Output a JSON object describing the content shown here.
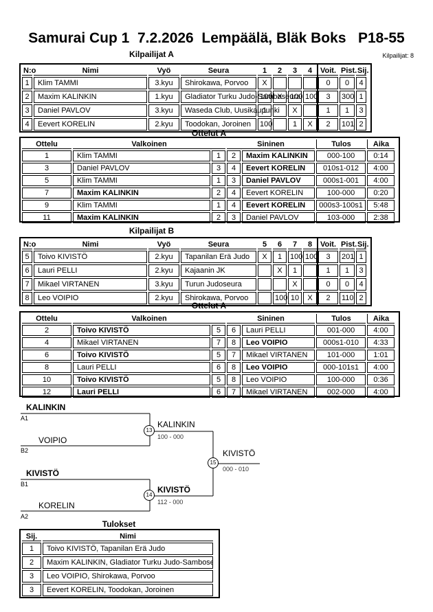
{
  "title": "Samurai Cup 1  7.2.2026  Lempäälä, Bläk Boks   P18-55",
  "participants_count_label": "Kilpailijat: 8",
  "pool_a": {
    "heading": "Kilpailijat A",
    "headers": {
      "no": "N:o",
      "name": "Nimi",
      "belt": "Vyö",
      "club": "Seura",
      "s1": "1",
      "s2": "2",
      "s3": "3",
      "s4": "4",
      "wins": "Voit.",
      "points": "Pist.",
      "place": "Sij."
    },
    "rows": [
      {
        "no": "1",
        "name": "Klim TAMMI",
        "belt": "3.kyu",
        "club": "Shirokawa, Porvoo",
        "s1": "X",
        "s2": "",
        "s3": "",
        "s4": "",
        "wins": "0",
        "points": "0",
        "place": "4"
      },
      {
        "no": "2",
        "name": "Maxim KALINKIN",
        "belt": "1.kyu",
        "club": "Gladiator Turku Judo-Samboseura",
        "s1": "100",
        "s2": "X",
        "s3": "100",
        "s4": "100",
        "wins": "3",
        "points": "300",
        "place": "1"
      },
      {
        "no": "3",
        "name": "Daniel PAVLOV",
        "belt": "3.kyu",
        "club": "Waseda Club, Uusikaupunki",
        "s1": "1",
        "s2": "",
        "s3": "X",
        "s4": "",
        "wins": "1",
        "points": "1",
        "place": "3"
      },
      {
        "no": "4",
        "name": "Eevert KORELIN",
        "belt": "2.kyu",
        "club": "Toodokan, Joroinen",
        "s1": "100",
        "s2": "",
        "s3": "1",
        "s4": "X",
        "wins": "2",
        "points": "101",
        "place": "2"
      }
    ]
  },
  "matches_a": {
    "heading": "Ottelut A",
    "headers": {
      "match": "Ottelu",
      "white": "Valkoinen",
      "blue": "Sininen",
      "result": "Tulos",
      "time": "Aika"
    },
    "rows": [
      {
        "match": "1",
        "white": "Klim TAMMI",
        "wno": "1",
        "bno": "2",
        "blue": "Maxim KALINKIN",
        "result": "000-100",
        "time": "0:14"
      },
      {
        "match": "3",
        "white": "Daniel PAVLOV",
        "wno": "3",
        "bno": "4",
        "blue": "Eevert KORELIN",
        "result": "010s1-012",
        "time": "4:00"
      },
      {
        "match": "5",
        "white": "Klim TAMMI",
        "wno": "1",
        "bno": "3",
        "blue": "Daniel PAVLOV",
        "result": "000s1-001",
        "time": "4:00"
      },
      {
        "match": "7",
        "white": "Maxim KALINKIN",
        "wno": "2",
        "bno": "4",
        "blue": "Eevert KORELIN",
        "result": "100-000",
        "time": "0:20"
      },
      {
        "match": "9",
        "white": "Klim TAMMI",
        "wno": "1",
        "bno": "4",
        "blue": "Eevert KORELIN",
        "result": "000s3-100s1",
        "time": "5:48"
      },
      {
        "match": "11",
        "white": "Maxim KALINKIN",
        "wno": "2",
        "bno": "3",
        "blue": "Daniel PAVLOV",
        "result": "103-000",
        "time": "2:38"
      }
    ]
  },
  "pool_b": {
    "heading": "Kilpailijat B",
    "headers": {
      "no": "N:o",
      "name": "Nimi",
      "belt": "Vyö",
      "club": "Seura",
      "s1": "5",
      "s2": "6",
      "s3": "7",
      "s4": "8",
      "wins": "Voit.",
      "points": "Pist.",
      "place": "Sij."
    },
    "rows": [
      {
        "no": "5",
        "name": "Toivo KIVISTÖ",
        "belt": "2.kyu",
        "club": "Tapanilan Erä Judo",
        "s1": "X",
        "s2": "1",
        "s3": "100",
        "s4": "100",
        "wins": "3",
        "points": "201",
        "place": "1"
      },
      {
        "no": "6",
        "name": "Lauri PELLI",
        "belt": "2.kyu",
        "club": "Kajaanin JK",
        "s1": "",
        "s2": "X",
        "s3": "1",
        "s4": "",
        "wins": "1",
        "points": "1",
        "place": "3"
      },
      {
        "no": "7",
        "name": "Mikael VIRTANEN",
        "belt": "3.kyu",
        "club": "Turun Judoseura",
        "s1": "",
        "s2": "",
        "s3": "X",
        "s4": "",
        "wins": "0",
        "points": "0",
        "place": "4"
      },
      {
        "no": "8",
        "name": "Leo VOIPIO",
        "belt": "2.kyu",
        "club": "Shirokawa, Porvoo",
        "s1": "",
        "s2": "100",
        "s3": "10",
        "s4": "X",
        "wins": "2",
        "points": "110",
        "place": "2"
      }
    ]
  },
  "matches_b": {
    "heading": "Ottelut A",
    "headers": {
      "match": "Ottelu",
      "white": "Valkoinen",
      "blue": "Sininen",
      "result": "Tulos",
      "time": "Aika"
    },
    "rows": [
      {
        "match": "2",
        "white": "Toivo KIVISTÖ",
        "wno": "5",
        "bno": "6",
        "blue": "Lauri PELLI",
        "result": "001-000",
        "time": "4:00"
      },
      {
        "match": "4",
        "white": "Mikael VIRTANEN",
        "wno": "7",
        "bno": "8",
        "blue": "Leo VOIPIO",
        "result": "000s1-010",
        "time": "4:33"
      },
      {
        "match": "6",
        "white": "Toivo KIVISTÖ",
        "wno": "5",
        "bno": "7",
        "blue": "Mikael VIRTANEN",
        "result": "101-000",
        "time": "1:01"
      },
      {
        "match": "8",
        "white": "Lauri PELLI",
        "wno": "6",
        "bno": "8",
        "blue": "Leo VOIPIO",
        "result": "000-101s1",
        "time": "4:00"
      },
      {
        "match": "10",
        "white": "Toivo KIVISTÖ",
        "wno": "5",
        "bno": "8",
        "blue": "Leo VOIPIO",
        "result": "100-000",
        "time": "0:36"
      },
      {
        "match": "12",
        "white": "Lauri PELLI",
        "wno": "6",
        "bno": "7",
        "blue": "Mikael VIRTANEN",
        "result": "002-000",
        "time": "4:00"
      }
    ]
  },
  "bracket": {
    "entrant1": {
      "name": "KALINKIN",
      "seed": "A1"
    },
    "entrant2": {
      "name": "VOIPIO",
      "seed": "B2"
    },
    "entrant3": {
      "name": "KIVISTÖ",
      "seed": "B1"
    },
    "entrant4": {
      "name": "KORELIN",
      "seed": "A2"
    },
    "semi1": {
      "match_no": "13",
      "winner": "KALINKIN",
      "score": "100 - 000"
    },
    "semi2": {
      "match_no": "14",
      "winner": "KIVISTÖ",
      "score": "112 - 000"
    },
    "final": {
      "match_no": "15",
      "winner": "KIVISTÖ",
      "score": "000 - 010"
    }
  },
  "results": {
    "heading": "Tulokset",
    "headers": {
      "place": "Sij.",
      "name": "Nimi"
    },
    "rows": [
      {
        "place": "1",
        "name": "Toivo KIVISTÖ, Tapanilan Erä Judo"
      },
      {
        "place": "2",
        "name": "Maxim KALINKIN, Gladiator Turku Judo-Samboseura"
      },
      {
        "place": "3",
        "name": "Leo VOIPIO, Shirokawa, Porvoo"
      },
      {
        "place": "3",
        "name": "Eevert KORELIN, Toodokan, Joroinen"
      }
    ]
  }
}
